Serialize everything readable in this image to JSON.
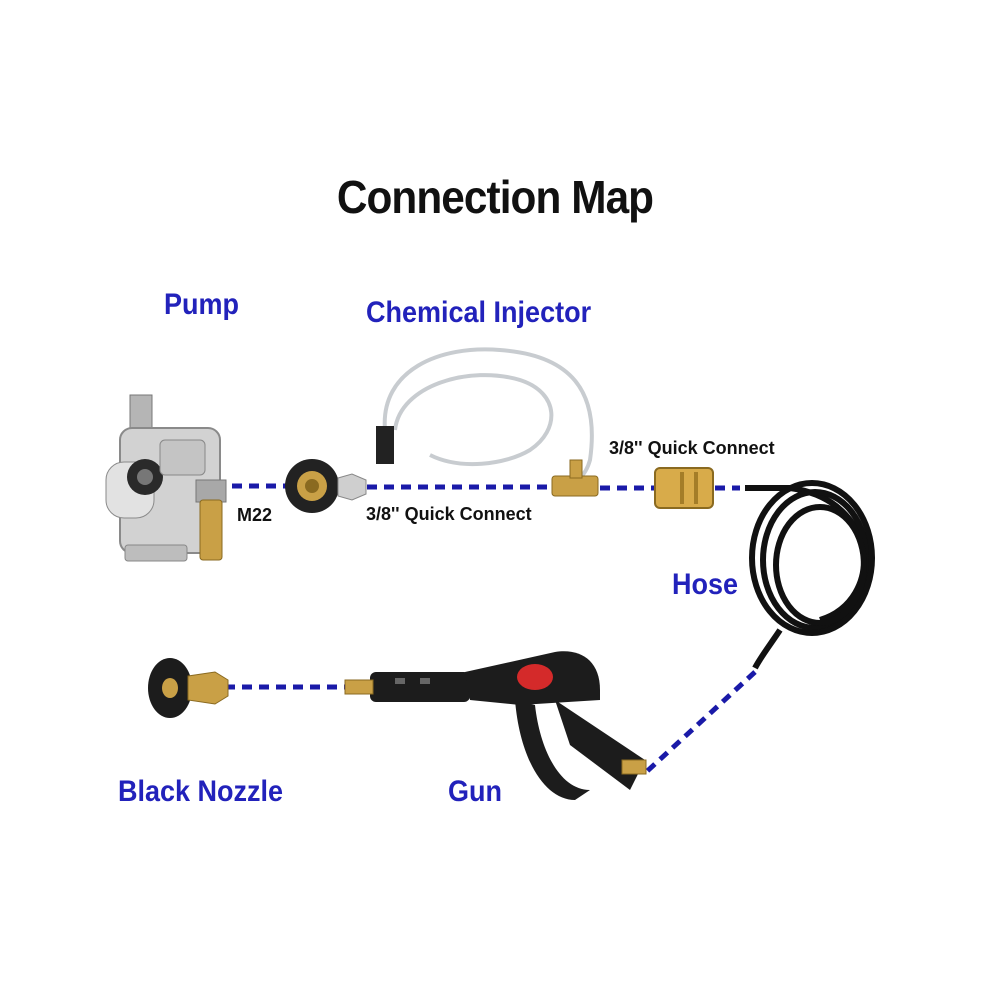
{
  "title": "Connection Map",
  "components": {
    "pump": "Pump",
    "chemical_injector": "Chemical Injector",
    "hose": "Hose",
    "black_nozzle": "Black Nozzle",
    "gun": "Gun"
  },
  "connectors": {
    "m22": "M22",
    "quick_connect_lower": "3/8'' Quick Connect",
    "quick_connect_upper": "3/8'' Quick Connect"
  },
  "colors": {
    "label_blue": "#2222bb",
    "dash_blue": "#1a1aa8",
    "brass": "#c9a046",
    "gun_red": "#d42a2a"
  }
}
